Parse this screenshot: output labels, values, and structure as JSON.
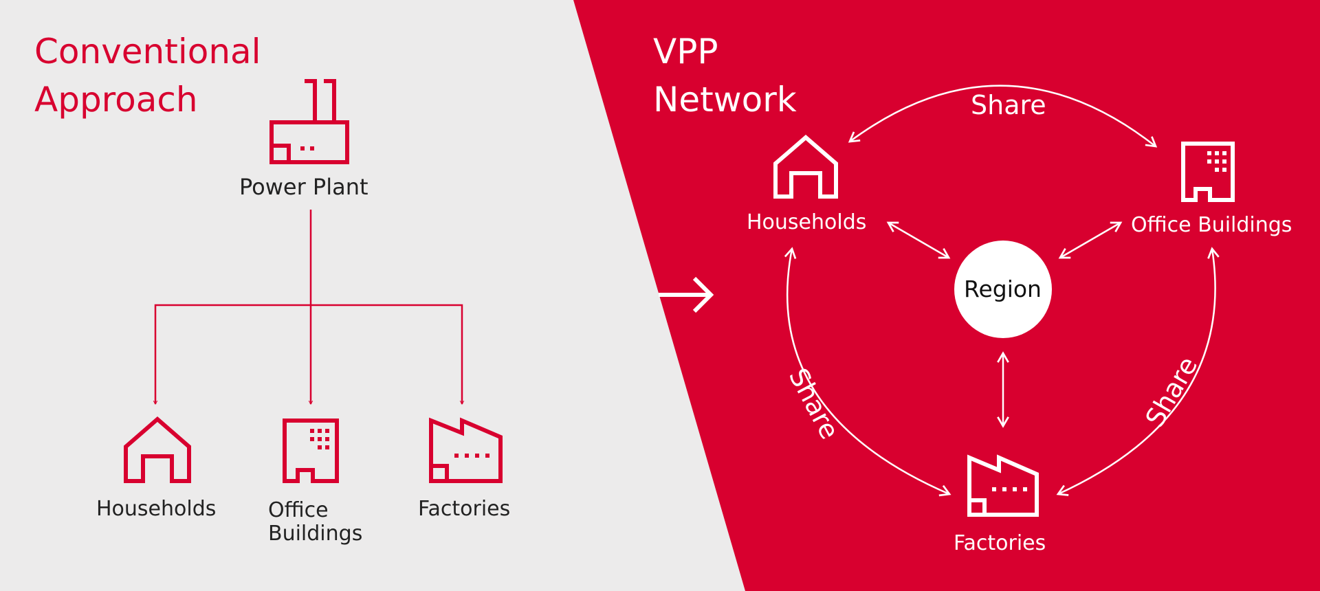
{
  "colors": {
    "accent": "#d8002f",
    "background": "#ecebeb",
    "ink": "#222222",
    "white": "#ffffff"
  },
  "conventional": {
    "title_line1": "Conventional",
    "title_line2": "Approach",
    "source": {
      "label": "Power Plant",
      "icon": "power-plant-icon"
    },
    "consumers": [
      {
        "label": "Households",
        "icon": "house-icon"
      },
      {
        "label_line1": "Office",
        "label_line2": "Buildings",
        "icon": "office-building-icon"
      },
      {
        "label": "Factories",
        "icon": "factory-icon"
      }
    ]
  },
  "transition_icon": "arrow-right-icon",
  "vpp": {
    "title_line1": "VPP",
    "title_line2": "Network",
    "center": {
      "label": "Region"
    },
    "nodes": [
      {
        "label": "Households",
        "icon": "house-icon"
      },
      {
        "label": "Office Buildings",
        "icon": "office-building-icon"
      },
      {
        "label": "Factories",
        "icon": "factory-icon"
      }
    ],
    "share_labels": [
      "Share",
      "Share",
      "Share"
    ]
  }
}
